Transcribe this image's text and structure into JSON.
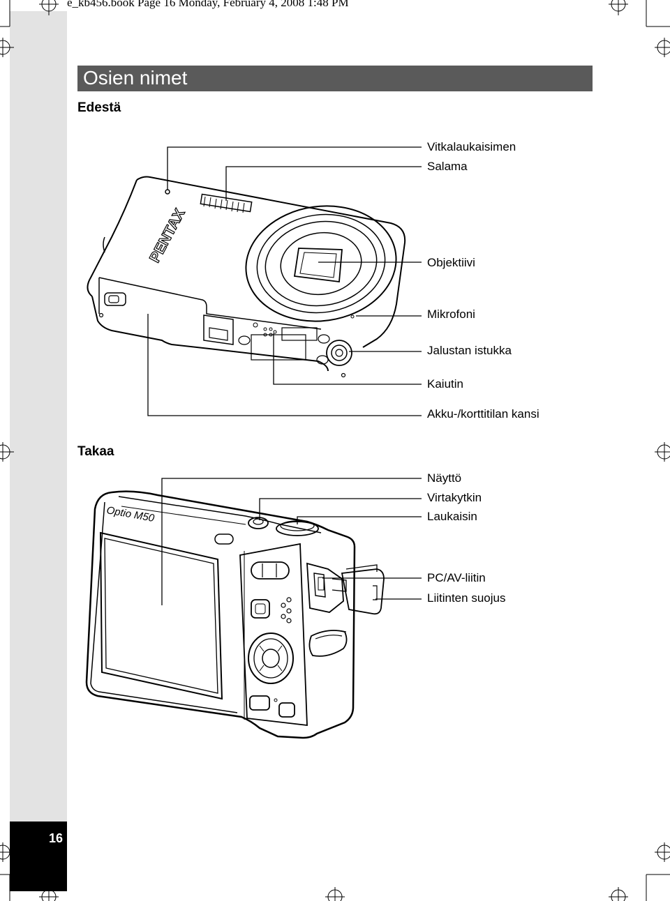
{
  "header": {
    "running_head": "e_kb456.book  Page 16  Monday, February 4, 2008  1:48 PM"
  },
  "page": {
    "title": "Osien nimet",
    "number": "16"
  },
  "front": {
    "heading": "Edestä",
    "brand": "PENTAX",
    "labels": [
      "Vitkalaukaisimen",
      "Salama",
      "Objektiivi",
      "Mikrofoni",
      "Jalustan istukka",
      "Kaiutin",
      "Akku-/korttitilan kansi"
    ]
  },
  "back": {
    "heading": "Takaa",
    "model": "Optio M50",
    "labels": [
      "Näyttö",
      "Virtakytkin",
      "Laukaisin",
      "PC/AV-liitin",
      "Liitinten suojus"
    ]
  }
}
